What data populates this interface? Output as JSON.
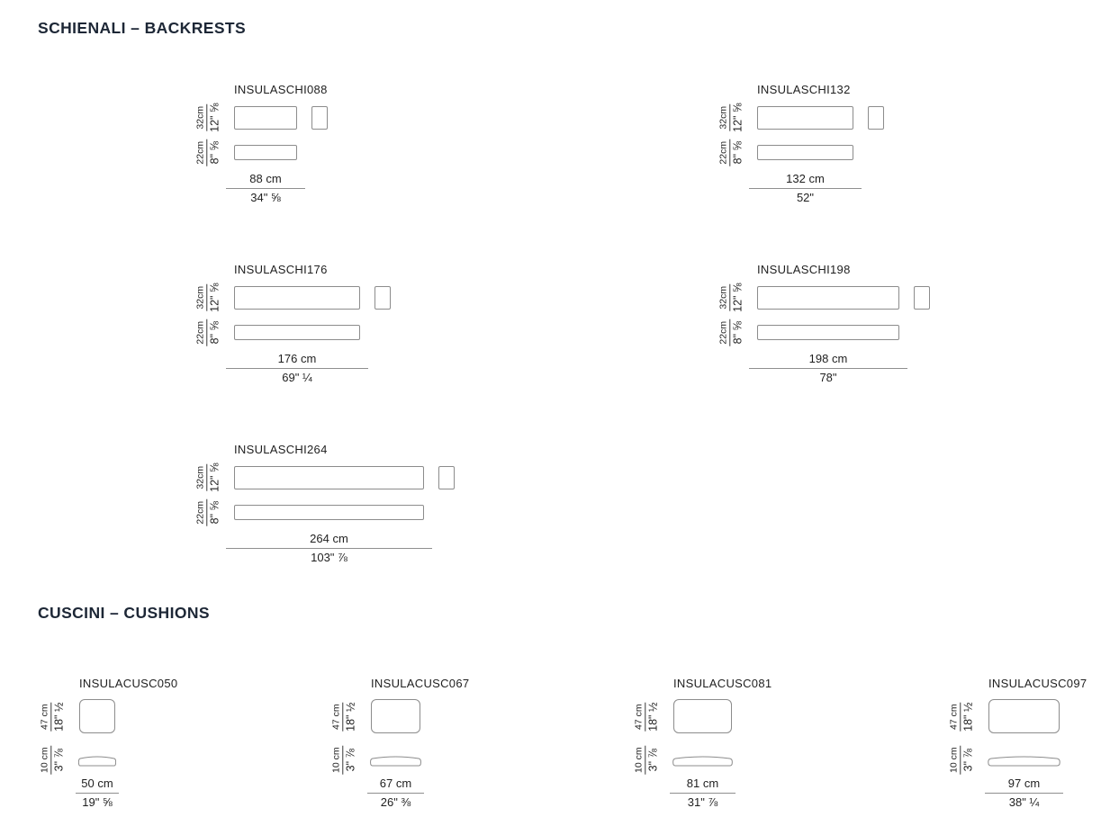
{
  "sections": {
    "backrests_title": "SCHIENALI – BACKRESTS",
    "cushions_title": "CUSCINI – CUSHIONS"
  },
  "colors": {
    "title": "#1d2736",
    "text": "#1f1f1f",
    "outline": "#8c8c8c",
    "dim_line": "#8f8f8f"
  },
  "backrests": [
    {
      "code": "INSULASCHI088",
      "back_height_cm": "32cm",
      "back_height_in": "12\" ⅝",
      "base_depth_cm": "22cm",
      "base_depth_in": "8\" ⅝",
      "width_cm": "88 cm",
      "width_in": "34\" ⅝"
    },
    {
      "code": "INSULASCHI132",
      "back_height_cm": "32cm",
      "back_height_in": "12\" ⅝",
      "base_depth_cm": "22cm",
      "base_depth_in": "8\" ⅝",
      "width_cm": "132 cm",
      "width_in": "52\""
    },
    {
      "code": "INSULASCHI176",
      "back_height_cm": "32cm",
      "back_height_in": "12\" ⅝",
      "base_depth_cm": "22cm",
      "base_depth_in": "8\" ⅝",
      "width_cm": "176 cm",
      "width_in": "69\" ¼"
    },
    {
      "code": "INSULASCHI198",
      "back_height_cm": "32cm",
      "back_height_in": "12\" ⅝",
      "base_depth_cm": "22cm",
      "base_depth_in": "8\" ⅝",
      "width_cm": "198 cm",
      "width_in": "78\""
    },
    {
      "code": "INSULASCHI264",
      "back_height_cm": "32cm",
      "back_height_in": "12\" ⅝",
      "base_depth_cm": "22cm",
      "base_depth_in": "8\" ⅝",
      "width_cm": "264 cm",
      "width_in": "103\" ⅞"
    }
  ],
  "cushions": [
    {
      "code": "INSULACUSC050",
      "height_cm": "47 cm",
      "height_in": "18\" ½",
      "thickness_cm": "10 cm",
      "thickness_in": "3\" ⅞",
      "width_cm": "50 cm",
      "width_in": "19\" ⅝"
    },
    {
      "code": "INSULACUSC067",
      "height_cm": "47 cm",
      "height_in": "18\" ½",
      "thickness_cm": "10 cm",
      "thickness_in": "3\" ⅞",
      "width_cm": "67 cm",
      "width_in": "26\" ⅜"
    },
    {
      "code": "INSULACUSC081",
      "height_cm": "47 cm",
      "height_in": "18\" ½",
      "thickness_cm": "10 cm",
      "thickness_in": "3\" ⅞",
      "width_cm": "81 cm",
      "width_in": "31\" ⅞"
    },
    {
      "code": "INSULACUSC097",
      "height_cm": "47 cm",
      "height_in": "18\" ½",
      "thickness_cm": "10 cm",
      "thickness_in": "3\" ⅞",
      "width_cm": "97 cm",
      "width_in": "38\" ¼"
    }
  ]
}
